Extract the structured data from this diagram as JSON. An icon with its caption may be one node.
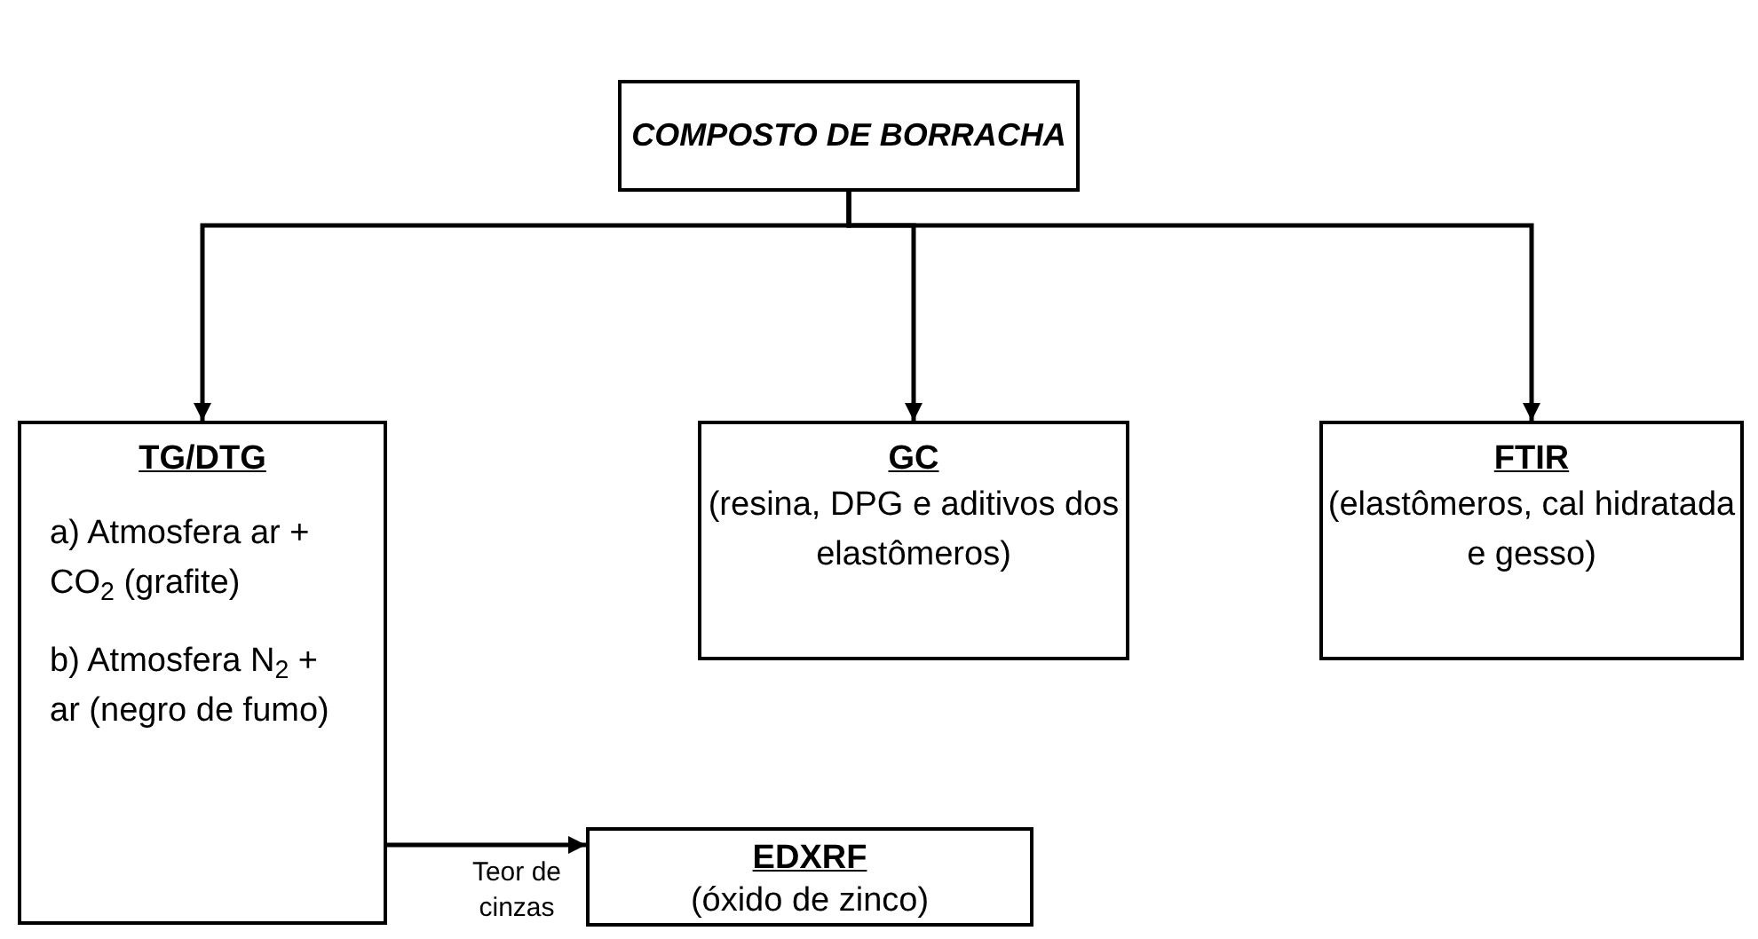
{
  "diagram": {
    "nodes": [
      {
        "text": [
          "COMPOSTO DE BORRACHA"
        ]
      },
      {
        "text": [
          "TG/DTG",
          "a) Atmosfera ar + CO$_{2}$ (grafite)",
          "b) Atmosfera N$_{2}$ + ar (negro de fumo)"
        ]
      },
      {
        "text": [
          "GC",
          "(resina, DPG e aditivos dos elastômeros)"
        ]
      },
      {
        "text": [
          "FTIR",
          "(elastômeros, cal hidratada e gesso)"
        ]
      },
      {
        "text": [
          "EDXRF",
          "(óxido de zinco)"
        ]
      }
    ],
    "edges": [
      {
        "from": 0,
        "to": 1,
        "arrow": "to"
      },
      {
        "from": 0,
        "to": 2,
        "arrow": "to"
      },
      {
        "from": 0,
        "to": 3,
        "arrow": "to"
      },
      {
        "from": 1,
        "to": 4,
        "arrow": "to",
        "label": "Teor de cinzas"
      }
    ]
  }
}
